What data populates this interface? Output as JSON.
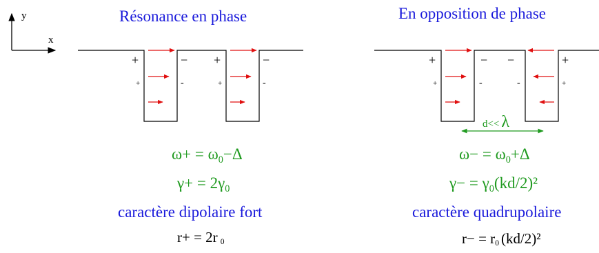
{
  "axes": {
    "y_label": "y",
    "x_label": "x"
  },
  "left": {
    "title": "Résonance en phase",
    "omega": {
      "pre": "ω+ = ω",
      "sub": "0",
      "post": "−Δ"
    },
    "gamma": {
      "pre": "γ+ = 2γ",
      "sub": "0"
    },
    "character": "caractère dipolaire fort",
    "ratio": {
      "pre": "r+ = 2r",
      "sub": "0"
    }
  },
  "right": {
    "title": "En opposition de phase",
    "separation": {
      "prefix": "d<<",
      "symbol": "λ"
    },
    "omega": {
      "pre": "ω− = ω",
      "sub": "0",
      "post": "+Δ"
    },
    "gamma": {
      "pre": "γ− = γ",
      "sub": "0",
      "post": "(kd/2)²"
    },
    "character": "caractère quadrupolaire",
    "ratio": {
      "pre": "r− = r",
      "sub": "0",
      "post": "(kd/2)²"
    }
  },
  "signs": {
    "plus": "+",
    "minus": "−",
    "small_plus": "+",
    "small_minus": "-"
  },
  "colors": {
    "arrow": "#e01010",
    "title": "#1a1adb",
    "formula": "#1f9a1f",
    "text": "#000000"
  }
}
